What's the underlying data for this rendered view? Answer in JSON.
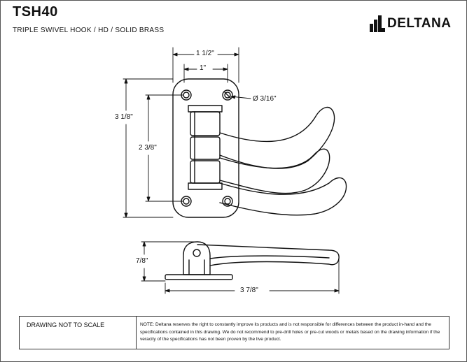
{
  "header": {
    "model": "TSH40",
    "description": "TRIPLE SWIVEL HOOK / HD / SOLID BRASS"
  },
  "brand": {
    "name": "DELTANA",
    "logo_icon": "deltana-steps-icon"
  },
  "dimensions": {
    "overall_width": "1 1/2\"",
    "hole_spacing_width": "1\"",
    "hole_diameter": "Ø 3/16\"",
    "overall_height": "3 1/8\"",
    "hole_spacing_height": "2 3/8\"",
    "projection": "7/8\"",
    "hook_length": "3 7/8\""
  },
  "footer": {
    "scale_note": "DRAWING NOT TO SCALE",
    "disclaimer": "NOTE: Deltana reserves the right to constantly improve its products and is not responsible for differences between the product in-hand and the specifications contained in this drawing.  We do not recommend to pre-drill holes or pre-cut woods or metals based on the drawing information if the veracity of the specifications has not been proven by the live product."
  },
  "colors": {
    "line": "#111111",
    "frame": "#555555"
  }
}
